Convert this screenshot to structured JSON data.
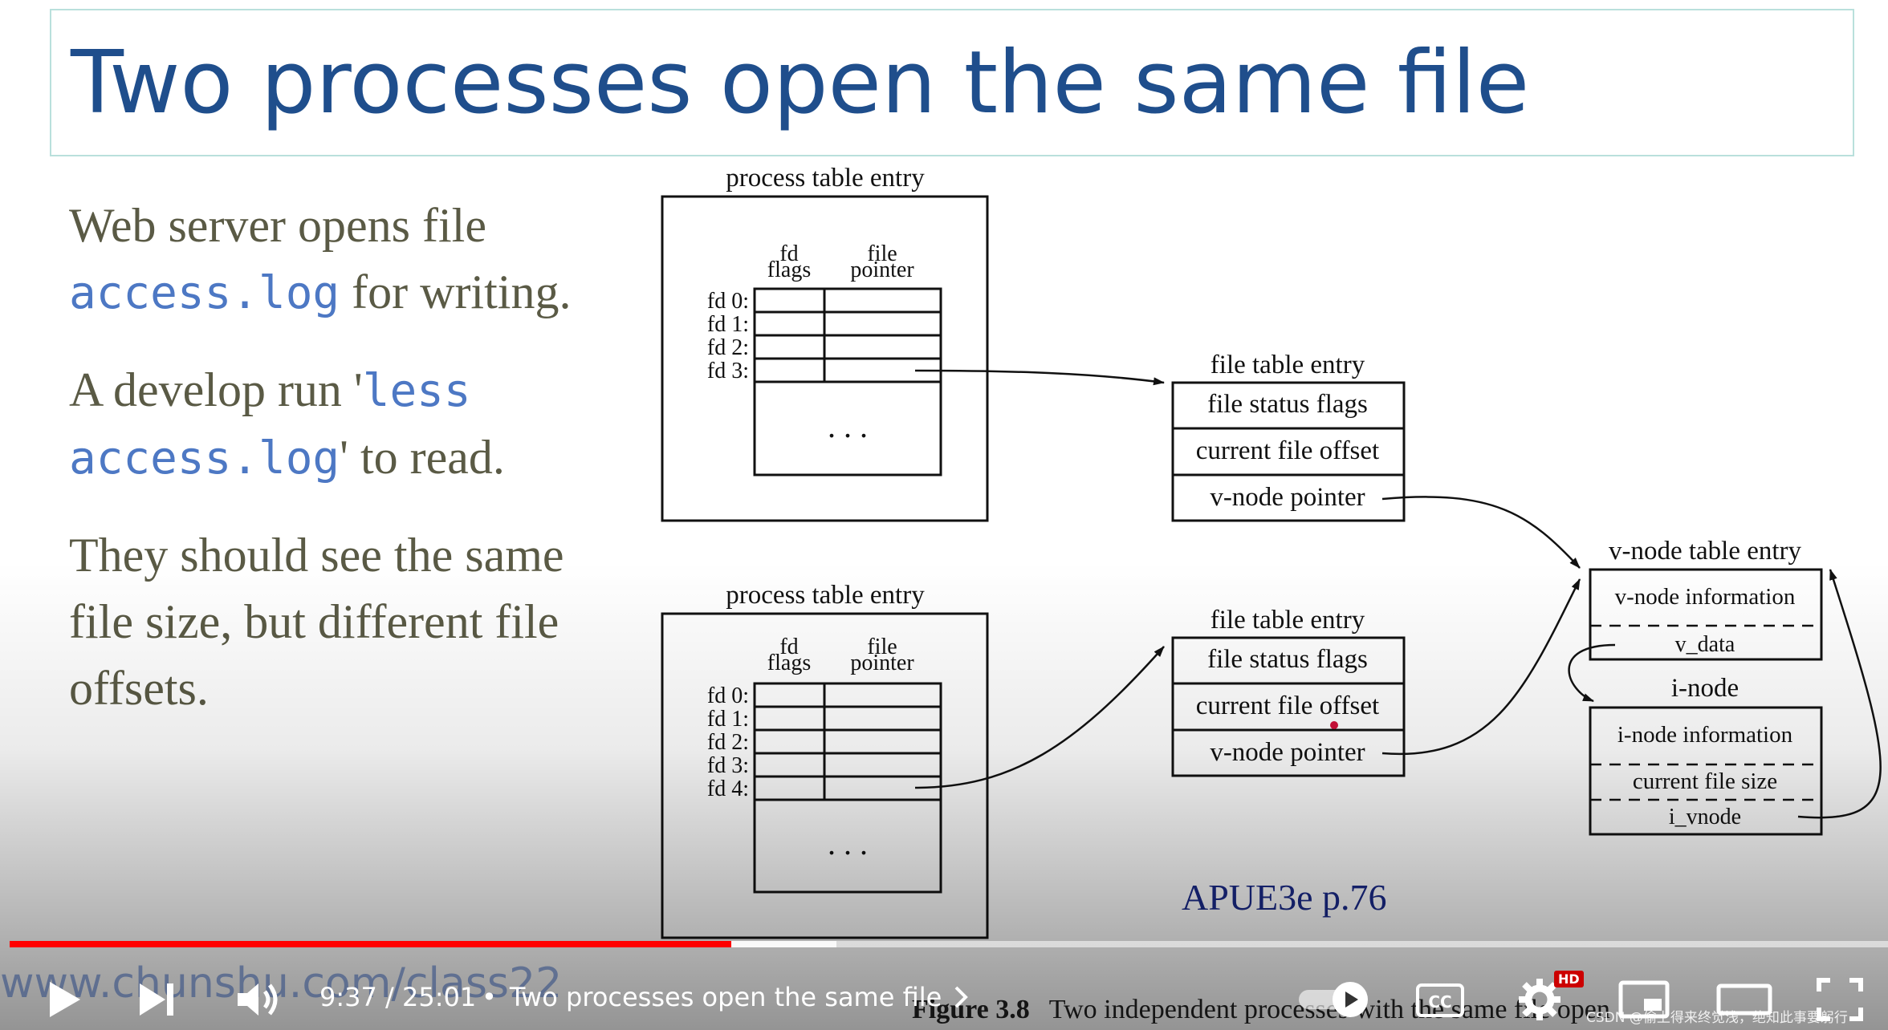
{
  "slide": {
    "title": "Two processes open the same file",
    "bullets": [
      {
        "parts": [
          {
            "text": "Web server opens file ",
            "mono": false
          },
          {
            "text": "access.log",
            "mono": true
          },
          {
            "text": " for writing.",
            "mono": false
          }
        ]
      },
      {
        "parts": [
          {
            "text": "A develop run '",
            "mono": false
          },
          {
            "text": "less access.log",
            "mono": true
          },
          {
            "text": "' to read.",
            "mono": false
          }
        ]
      },
      {
        "parts": [
          {
            "text": "They should see the same file size, but different file offsets.",
            "mono": false
          }
        ]
      }
    ],
    "figure": {
      "process_label": "process table entry",
      "fd_flags_top": "fd",
      "fd_flags_bottom": "flags",
      "file_pointer_top": "file",
      "file_pointer_bottom": "pointer",
      "fds_top": [
        "fd 0:",
        "fd 1:",
        "fd 2:",
        "fd 3:"
      ],
      "fds_bottom": [
        "fd 0:",
        "fd 1:",
        "fd 2:",
        "fd 3:",
        "fd 4:"
      ],
      "ellipsis": ". . .",
      "file_table_label": "file table entry",
      "file_table_rows": [
        "file status flags",
        "current file offset",
        "v-node pointer"
      ],
      "vnode_label": "v-node table entry",
      "vnode_info": "v-node information",
      "vnode_data": "v_data",
      "inode_label": "i-node",
      "inode_info": "i-node information",
      "inode_size": "current file size",
      "inode_vnode": "i_vnode"
    },
    "reference": "APUE3e p.76",
    "caption_num": "Figure 3.8",
    "caption_text": "Two independent processes with the same file open"
  },
  "watermark": "www.chunshu.com/class22",
  "player": {
    "time_current": "9:37",
    "time_separator": " / ",
    "time_total": "25:01",
    "chapter_title": "Two processes open the same file",
    "hd_badge": "HD",
    "csdn_watermark": "CSDN @偷上得来终觉浅，绝知此事要躬行",
    "progress_played_fraction": 0.384,
    "progress_buffered_fraction": 0.44
  }
}
